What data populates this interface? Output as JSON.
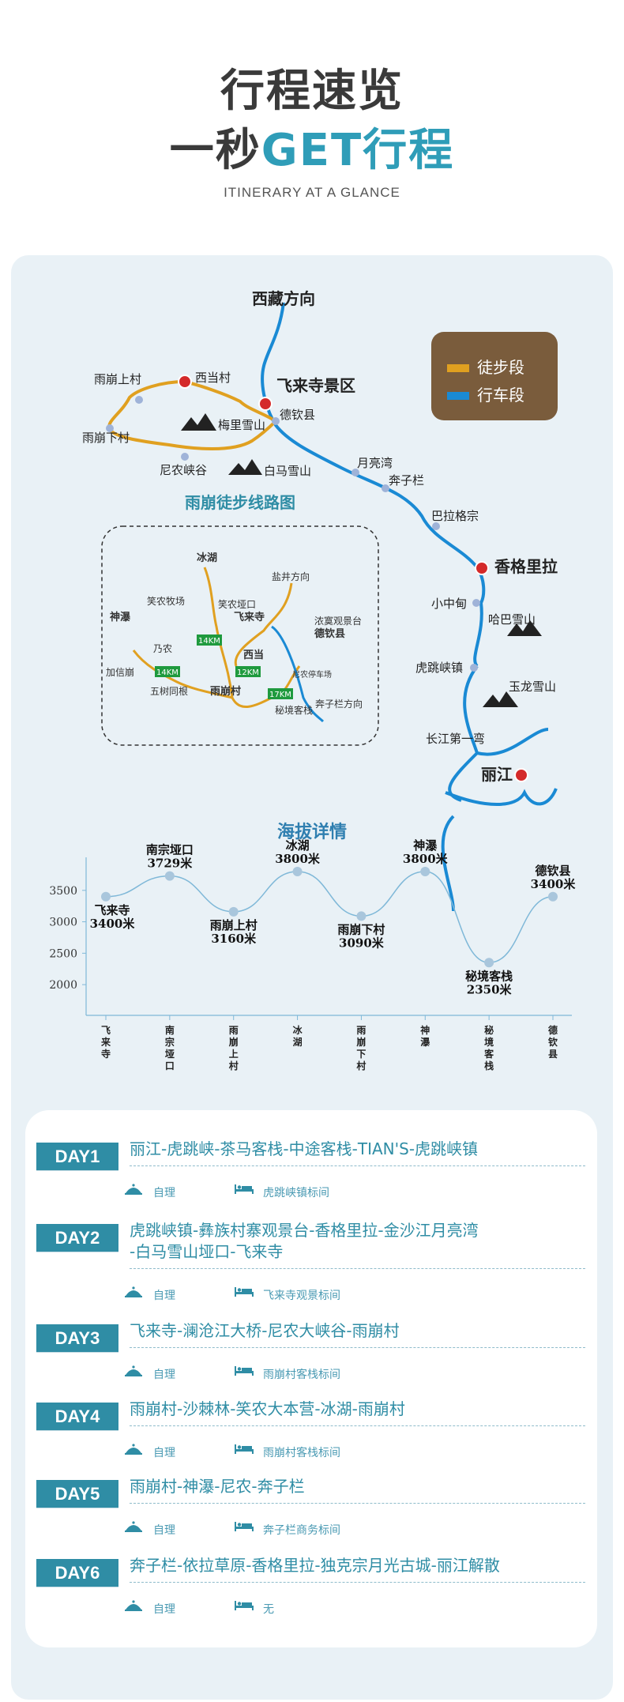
{
  "header": {
    "title_line1": "行程速览",
    "title_line2_prefix": "一秒",
    "title_line2_accent": "GET",
    "title_line2_suffix": "行程",
    "subtitle": "ITINERARY AT A GLANCE"
  },
  "map": {
    "top_label": "西藏方向",
    "legend": {
      "hike": "徒步段",
      "drive": "行车段"
    },
    "legend_colors": {
      "hike": "#e0a020",
      "drive": "#1a8ad4",
      "box": "#7a5c3c"
    },
    "places": {
      "feilai": "飞来寺景区",
      "xidang": "西当村",
      "yubeng_up": "雨崩上村",
      "yubeng_down": "雨崩下村",
      "meili": "梅里雪山",
      "deqin": "德钦县",
      "ninong": "尼农峡谷",
      "baima": "白马雪山",
      "yueliangwan": "月亮湾",
      "benzilan": "奔子栏",
      "balagezong": "巴拉格宗",
      "shangri_la": "香格里拉",
      "xiaozhongdian": "小中甸",
      "haba": "哈巴雪山",
      "hutiaoxia": "虎跳峡镇",
      "yulong": "玉龙雪山",
      "changjiang": "长江第一弯",
      "lijiang": "丽江"
    },
    "inset": {
      "title": "雨崩徒步线路图",
      "labels": {
        "binghu": "冰湖",
        "yanjing": "盐井方向",
        "xiaonong_camp": "笑农牧场",
        "xiaonong_pass": "笑农垭口",
        "feilai": "飞来寺",
        "nongmo": "浓寞观景台",
        "deqin": "德钦县",
        "shenpu": "神瀑",
        "xidang": "西当",
        "naining": "乃农",
        "jiaxin": "加信崩",
        "wushu": "五树同根",
        "yubeng": "雨崩村",
        "ninong_stop": "尼农停车场",
        "mijing": "秘境客栈",
        "benzilan": "奔子栏方向"
      },
      "distances": [
        "14KM",
        "14KM",
        "12KM",
        "17KM"
      ]
    }
  },
  "elevation": {
    "title": "海拔详情",
    "chart_data": {
      "type": "line",
      "categories": [
        "飞来寺",
        "南宗垭口",
        "雨崩上村",
        "冰湖",
        "雨崩下村",
        "神瀑",
        "秘境客栈",
        "德钦县"
      ],
      "values": [
        3400,
        3729,
        3160,
        3800,
        3090,
        3800,
        2350,
        3400
      ],
      "point_labels": [
        "飞来寺\n3400米",
        "南宗垭口\n3729米",
        "雨崩上村\n3160米",
        "冰湖\n3800米",
        "雨崩下村\n3090米",
        "神瀑\n3800米",
        "秘境客栈\n2350米",
        "德钦县\n3400米"
      ],
      "yticks": [
        "3500",
        "3000",
        "2500",
        "2000"
      ],
      "ytick_values": [
        3500,
        3000,
        2500,
        2000
      ],
      "ylim": [
        1700,
        3900
      ],
      "line_color": "#7fb8d8",
      "point_color": "#a9c6dc"
    }
  },
  "days": [
    {
      "badge": "DAY1",
      "route": [
        "丽江-虎跳峡-茶马客栈-中途客栈-TIAN'S-虎跳峡镇"
      ],
      "meal": "自理",
      "stay": "虎跳峡镇标间"
    },
    {
      "badge": "DAY2",
      "route": [
        "虎跳峡镇-彝族村寨观景台-香格里拉-金沙江月亮湾",
        "-白马雪山垭口-飞来寺"
      ],
      "meal": "自理",
      "stay": "飞来寺观景标间"
    },
    {
      "badge": "DAY3",
      "route": [
        "飞来寺-澜沧江大桥-尼农大峡谷-雨崩村"
      ],
      "meal": "自理",
      "stay": "雨崩村客栈标间"
    },
    {
      "badge": "DAY4",
      "route": [
        "雨崩村-沙棘林-笑农大本营-冰湖-雨崩村"
      ],
      "meal": "自理",
      "stay": "雨崩村客栈标间"
    },
    {
      "badge": "DAY5",
      "route": [
        "雨崩村-神瀑-尼农-奔子栏"
      ],
      "meal": "自理",
      "stay": "奔子栏商务标间"
    },
    {
      "badge": "DAY6",
      "route": [
        "奔子栏-依拉草原-香格里拉-独克宗月光古城-丽江解散"
      ],
      "meal": "自理",
      "stay": "无"
    }
  ]
}
